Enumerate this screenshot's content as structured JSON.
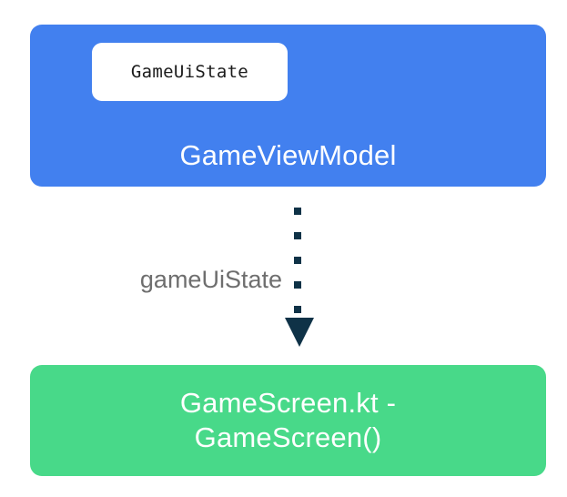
{
  "diagram": {
    "type": "flow-diagram",
    "background_color": "#ffffff",
    "nodes": [
      {
        "id": "viewmodel",
        "title": "GameViewModel",
        "chip_label": "GameUiState",
        "fill_color": "#4280ef",
        "text_color": "#ffffff",
        "chip_fill_color": "#ffffff",
        "chip_text_color": "#1b1b1b"
      },
      {
        "id": "screen",
        "title": "GameScreen.kt -\nGameScreen()",
        "fill_color": "#48d989",
        "text_color": "#ffffff"
      }
    ],
    "connector": {
      "label": "gameUiState",
      "label_color": "#6e6e6e",
      "line_style": "dotted",
      "line_color": "#0f3247",
      "arrow_color": "#0f3247",
      "direction": "downward",
      "dot_count": 5
    }
  }
}
